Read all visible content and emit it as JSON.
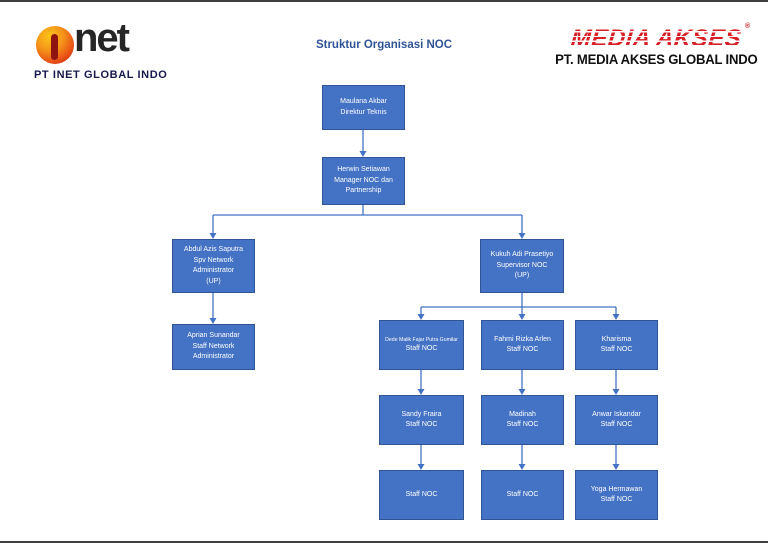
{
  "header": {
    "title": "Struktur Organisasi NOC",
    "left_logo": {
      "brand": "net",
      "company": "PT INET GLOBAL INDO"
    },
    "right_logo": {
      "brand": "MEDIA AKSES",
      "registered": "®",
      "company": "PT. MEDIA AKSES GLOBAL INDO"
    }
  },
  "colors": {
    "box_fill": "#4472C4",
    "box_border": "#2F5597",
    "connector": "#4472C4",
    "title_blue": "#2F5496",
    "brand_red": "#D71F26",
    "inet_orange": "#F49019"
  },
  "org": {
    "nodes": [
      {
        "id": "direktur-teknis",
        "lines": [
          "Maulana Akbar",
          "Direktur Teknis"
        ]
      },
      {
        "id": "manager-noc",
        "lines": [
          "Herwin Setiawan",
          "Manager NOC dan",
          "Partnership"
        ]
      },
      {
        "id": "spv-network",
        "lines": [
          "Abdul Azis Saputra",
          "Spv Network",
          "Administrator",
          "(UP)"
        ]
      },
      {
        "id": "staff-network",
        "lines": [
          "Aprian Sunandar",
          "Staff Network",
          "Administrator"
        ]
      },
      {
        "id": "supervisor-noc",
        "lines": [
          "Kukuh Adi Prasetiyo",
          "Supervisor NOC",
          "(UP)"
        ]
      },
      {
        "id": "staff-noc-dede",
        "lines": [
          "Dede Malik Fajar Putra Gumilar",
          "Staff NOC"
        ]
      },
      {
        "id": "staff-noc-fahmi",
        "lines": [
          "Fahmi Rizka Arlen",
          "Staff NOC"
        ]
      },
      {
        "id": "staff-noc-kharisma",
        "lines": [
          "Kharisma",
          "Staff NOC"
        ]
      },
      {
        "id": "staff-noc-sandy",
        "lines": [
          "Sandy Fraira",
          "Staff NOC"
        ]
      },
      {
        "id": "staff-noc-madinah",
        "lines": [
          "Madinah",
          "Staff NOC"
        ]
      },
      {
        "id": "staff-noc-anwar",
        "lines": [
          "Anwar Iskandar",
          "Staff NOC"
        ]
      },
      {
        "id": "staff-noc-vacant-1",
        "lines": [
          "Staff NOC"
        ]
      },
      {
        "id": "staff-noc-vacant-2",
        "lines": [
          "Staff NOC"
        ]
      },
      {
        "id": "staff-noc-yoga",
        "lines": [
          "Yoga Hermawan",
          "Staff NOC"
        ]
      }
    ],
    "edges": [
      {
        "from": "direktur-teknis",
        "to": "manager-noc"
      },
      {
        "from": "manager-noc",
        "to": "spv-network"
      },
      {
        "from": "manager-noc",
        "to": "supervisor-noc"
      },
      {
        "from": "spv-network",
        "to": "staff-network"
      },
      {
        "from": "supervisor-noc",
        "to": "staff-noc-dede"
      },
      {
        "from": "supervisor-noc",
        "to": "staff-noc-fahmi"
      },
      {
        "from": "supervisor-noc",
        "to": "staff-noc-kharisma"
      },
      {
        "from": "staff-noc-dede",
        "to": "staff-noc-sandy"
      },
      {
        "from": "staff-noc-fahmi",
        "to": "staff-noc-madinah"
      },
      {
        "from": "staff-noc-kharisma",
        "to": "staff-noc-anwar"
      },
      {
        "from": "staff-noc-sandy",
        "to": "staff-noc-vacant-1"
      },
      {
        "from": "staff-noc-madinah",
        "to": "staff-noc-vacant-2"
      },
      {
        "from": "staff-noc-anwar",
        "to": "staff-noc-yoga"
      }
    ]
  }
}
